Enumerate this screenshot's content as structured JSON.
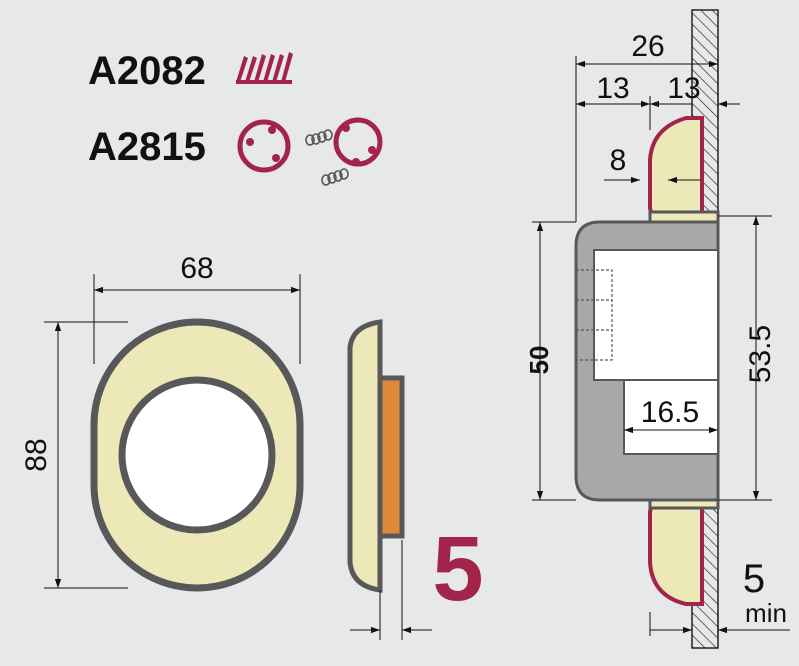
{
  "colors": {
    "background": "#e7e8e9",
    "accent": "#a3244a",
    "cream": "#ece8b8",
    "gray": "#a7a8aa",
    "outline": "#4a4a4c",
    "plate": "#e0893a"
  },
  "parts": {
    "code_1": "A2082",
    "code_1_icon": "serrated-strip-icon",
    "code_2": "A2815",
    "code_2_icon": "spring-ring-icon"
  },
  "front_view": {
    "width": "68",
    "height": "88"
  },
  "side_view": {
    "plate_thickness": "5"
  },
  "section_view": {
    "overall": "26",
    "left_part": "13",
    "right_part": "13",
    "rim": "8",
    "body_height": "50",
    "opening_height": "53.5",
    "recess": "16.5",
    "wall_min": "5",
    "wall_min_unit": "min"
  }
}
